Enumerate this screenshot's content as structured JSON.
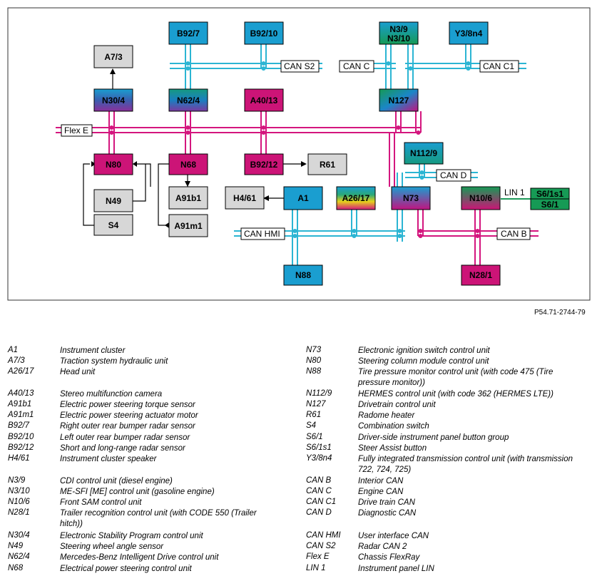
{
  "figure_ref": "P54.71-2744-79",
  "buses": {
    "flex_e": "Flex E",
    "can_s2": "CAN S2",
    "can_c": "CAN C",
    "can_c1": "CAN C1",
    "can_d": "CAN D",
    "can_hmi": "CAN HMI",
    "can_b": "CAN B",
    "lin_1": "LIN 1"
  },
  "nodes": {
    "b92_7": "B92/7",
    "b92_10": "B92/10",
    "n3_9_n3_10": [
      "N3/9",
      "N3/10"
    ],
    "y3_8n4": "Y3/8n4",
    "a7_3": "A7/3",
    "n30_4": "N30/4",
    "n62_4": "N62/4",
    "a40_13": "A40/13",
    "n127": "N127",
    "n80": "N80",
    "n68": "N68",
    "b92_12": "B92/12",
    "r61": "R61",
    "n112_9": "N112/9",
    "n49": "N49",
    "a91b1": "A91b1",
    "h4_61": "H4/61",
    "a1": "A1",
    "a26_17": "A26/17",
    "n73": "N73",
    "n10_6": "N10/6",
    "s6_1s1": "S6/1s1",
    "s6_1": "S6/1",
    "s4": "S4",
    "a91m1": "A91m1",
    "n88": "N88",
    "n28_1": "N28/1"
  },
  "legend_left": [
    {
      "code": "A1",
      "desc": "Instrument cluster"
    },
    {
      "code": "A7/3",
      "desc": "Traction system hydraulic unit"
    },
    {
      "code": "A26/17",
      "desc": "Head unit"
    },
    {
      "code": "A40/13",
      "desc": "Stereo multifunction camera"
    },
    {
      "code": "A91b1",
      "desc": "Electric power steering torque sensor"
    },
    {
      "code": "A91m1",
      "desc": "Electric power steering actuator motor"
    },
    {
      "code": "B92/7",
      "desc": "Right outer rear bumper radar sensor"
    },
    {
      "code": "B92/10",
      "desc": "Left outer rear bumper radar sensor"
    },
    {
      "code": "B92/12",
      "desc": "Short and long-range radar sensor"
    },
    {
      "code": "H4/61",
      "desc": "Instrument cluster speaker"
    },
    {
      "code": "N3/9",
      "desc": "CDI control unit (diesel engine)"
    },
    {
      "code": "N3/10",
      "desc": "ME-SFI [ME] control unit (gasoline engine)"
    },
    {
      "code": "N10/6",
      "desc": "Front SAM control unit"
    },
    {
      "code": "N28/1",
      "desc": "Trailer recognition control unit (with CODE 550 (Trailer hitch))"
    },
    {
      "code": "N30/4",
      "desc": "Electronic Stability Program control unit"
    },
    {
      "code": "N49",
      "desc": "Steering wheel angle sensor"
    },
    {
      "code": "N62/4",
      "desc": "Mercedes-Benz Intelligent Drive control unit"
    },
    {
      "code": "N68",
      "desc": "Electrical power steering control unit"
    }
  ],
  "legend_right": [
    {
      "code": "N73",
      "desc": "Electronic ignition switch control unit"
    },
    {
      "code": "N80",
      "desc": "Steering column module control unit"
    },
    {
      "code": "N88",
      "desc": "Tire pressure monitor control unit (with code 475 (Tire pressure monitor))"
    },
    {
      "code": "N112/9",
      "desc": "HERMES control unit (with code 362 (HERMES LTE))"
    },
    {
      "code": "N127",
      "desc": "Drivetrain control unit"
    },
    {
      "code": "R61",
      "desc": "Radome heater"
    },
    {
      "code": "S4",
      "desc": "Combination switch"
    },
    {
      "code": "S6/1",
      "desc": "Driver-side instrument panel button group"
    },
    {
      "code": "S6/1s1",
      "desc": "Steer Assist button"
    },
    {
      "code": "Y3/8n4",
      "desc": "Fully integrated transmission control unit (with transmission 722, 724, 725)"
    },
    {
      "code": "CAN B",
      "desc": "Interior CAN"
    },
    {
      "code": "CAN C",
      "desc": "Engine CAN"
    },
    {
      "code": "CAN C1",
      "desc": "Drive train CAN"
    },
    {
      "code": "CAN D",
      "desc": "Diagnostic CAN"
    },
    {
      "code": "CAN HMI",
      "desc": "User interface CAN"
    },
    {
      "code": "CAN S2",
      "desc": "Radar CAN 2"
    },
    {
      "code": "Flex E",
      "desc": "Chassis FlexRay"
    },
    {
      "code": "LIN 1",
      "desc": "Instrument panel LIN"
    }
  ],
  "colors": {
    "can_blue": "#2bb5d3",
    "flex_magenta": "#d4167e",
    "lin_green": "#1f9a5a",
    "gray_box": "#d7d7d7",
    "blue_box": "#1a9ed0",
    "magenta_box": "#cc1477",
    "green_box": "#169a55"
  }
}
